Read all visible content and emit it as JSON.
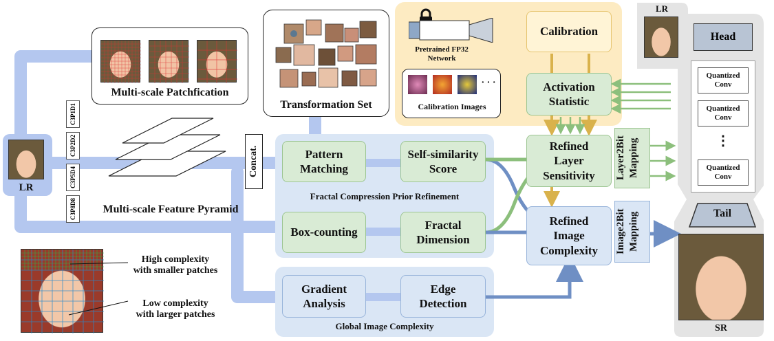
{
  "labels": {
    "lr_left": "LR",
    "lr_right": "LR",
    "sr": "SR",
    "head": "Head",
    "tail": "Tail",
    "multi_scale_patchfication": "Multi-scale Patchfication",
    "transformation_set": "Transformation Set",
    "pretrained_network": "Pretrained FP32\nNetwork",
    "calibration_images": "Calibration Images",
    "calibration": "Calibration",
    "activation_statistic": "Activation\nStatistic",
    "pattern_matching": "Pattern\nMatching",
    "self_similarity_score": "Self-similarity\nScore",
    "box_counting": "Box-counting",
    "fractal_dimension": "Fractal\nDimension",
    "fractal_prior_refinement": "Fractal Compression Prior Refinement",
    "gradient_analysis": "Gradient\nAnalysis",
    "edge_detection": "Edge\nDetection",
    "global_image_complexity": "Global Image Complexity",
    "refined_layer_sensitivity": "Refined\nLayer\nSensitivity",
    "refined_image_complexity": "Refined\nImage\nComplexity",
    "layer2bit_mapping": "Layer2Bit\nMapping",
    "image2bit_mapping": "Image2Bit\nMapping",
    "concat": "Concat.",
    "multi_scale_feature_pyramid": "Multi-scale Feature Pyramid",
    "high_complexity": "High complexity\nwith smaller patches",
    "low_complexity": "Low complexity\nwith larger patches",
    "ellipsis": "⋮",
    "ellipsis_h": "· · ·"
  },
  "pyramid_levels": [
    "C3P1D1",
    "C3P2D2",
    "C3P5D4",
    "C3P8D8"
  ],
  "quantized_convs": [
    "Quantized\nConv",
    "Quantized\nConv",
    "Quantized\nConv"
  ],
  "colors": {
    "blue_path": "#b4c7ef",
    "blue_arrow": "#6f8fc4",
    "green_arrow": "#8cbf7c",
    "yellow_arrow": "#d9b24c",
    "gray_panel": "#e4e4e4",
    "yellow_panel": "#fdebc2"
  },
  "icons": [
    "lock-icon",
    "camera-icon",
    "baby-face-image",
    "flower-thumbnail"
  ]
}
